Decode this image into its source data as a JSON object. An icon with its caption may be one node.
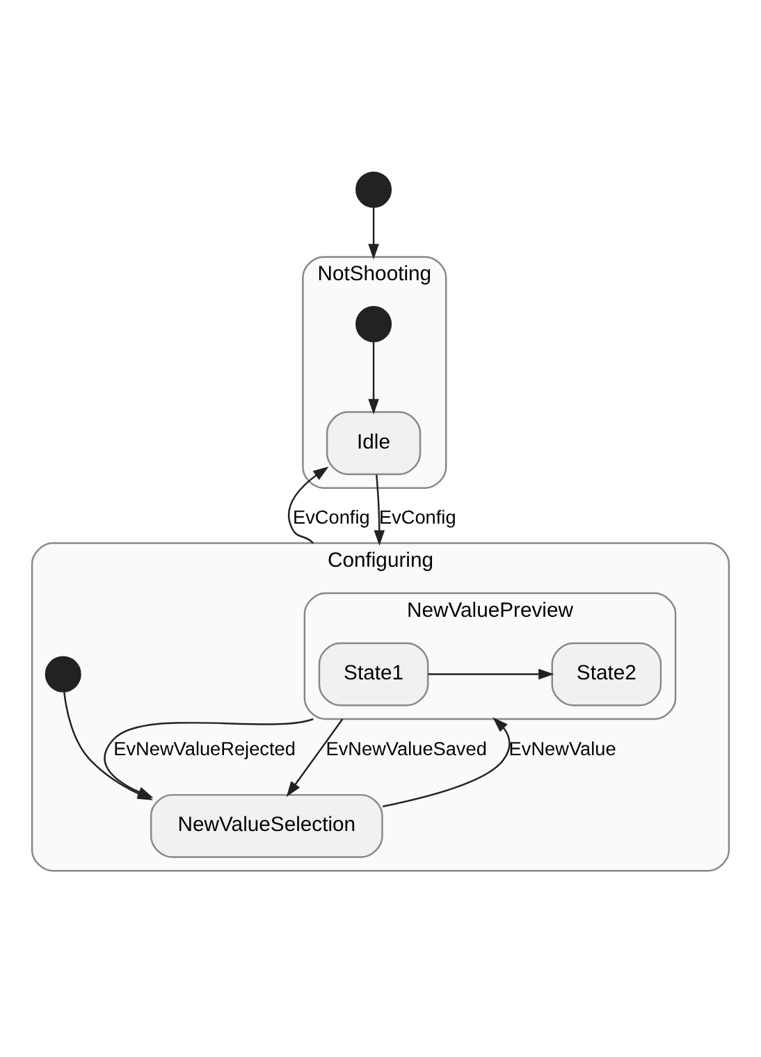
{
  "diagram": {
    "nodes": [
      {
        "text": [],
        "shape": "circle"
      },
      {
        "text": [
          "NotShooting"
        ]
      },
      {
        "text": [],
        "shape": "circle",
        "in": 1
      },
      {
        "text": [
          "Idle"
        ],
        "in": 1
      },
      {
        "text": [
          "Configuring"
        ]
      },
      {
        "text": [
          "NewValuePreview"
        ],
        "in": 4
      },
      {
        "text": [
          "State1"
        ],
        "in": 5
      },
      {
        "text": [
          "State2"
        ],
        "in": 5
      },
      {
        "text": [],
        "shape": "circle",
        "in": 4
      },
      {
        "text": [
          "NewValueSelection"
        ],
        "in": 4
      }
    ],
    "edges": [
      {
        "from": 0,
        "to": 1,
        "arrow": "to"
      },
      {
        "from": 2,
        "to": 3,
        "arrow": "to"
      },
      {
        "from": 4,
        "to": 3,
        "label": "EvConfig",
        "arrow": "to"
      },
      {
        "from": 3,
        "to": 4,
        "label": "EvConfig",
        "arrow": "to"
      },
      {
        "from": 6,
        "to": 7,
        "arrow": "to"
      },
      {
        "from": 5,
        "to": 9,
        "label": "EvNewValueRejected",
        "arrow": "to"
      },
      {
        "from": 5,
        "to": 9,
        "label": "EvNewValueSaved",
        "arrow": "to"
      },
      {
        "from": 9,
        "to": 5,
        "label": "EvNewValue",
        "arrow": "to"
      },
      {
        "from": 8,
        "to": 9,
        "arrow": "to"
      }
    ]
  }
}
